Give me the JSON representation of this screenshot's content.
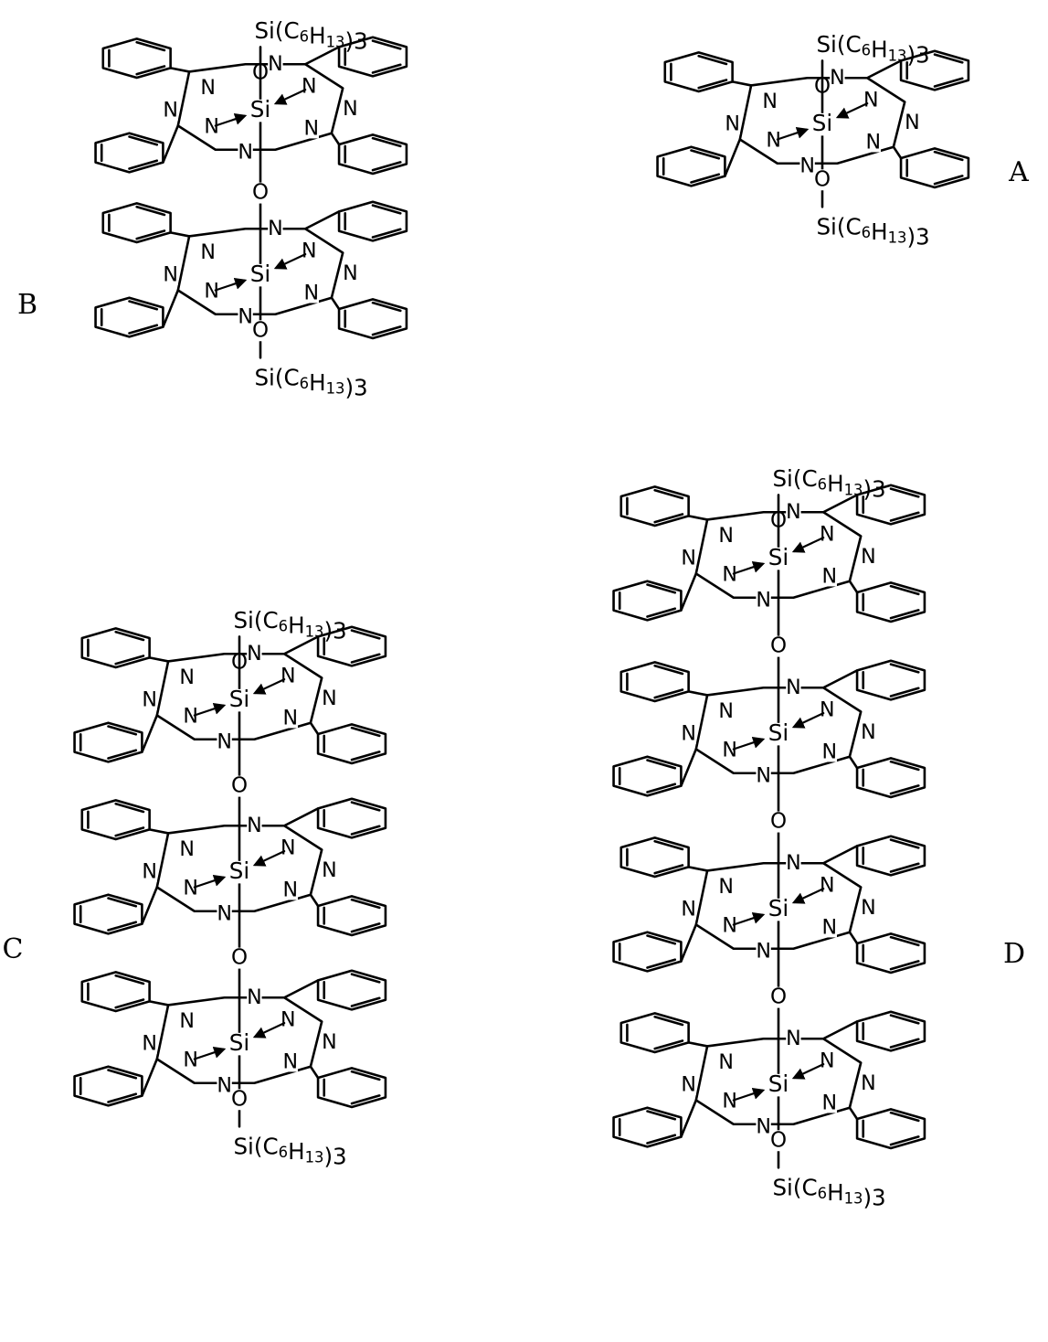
{
  "figure": {
    "structures": [
      {
        "id": "A",
        "label": "A",
        "layers": 1
      },
      {
        "id": "B",
        "label": "B",
        "layers": 2
      },
      {
        "id": "C",
        "label": "C",
        "layers": 3
      },
      {
        "id": "D",
        "label": "D",
        "layers": 4
      }
    ],
    "atoms": {
      "silicon": "Si",
      "nitrogen": "N",
      "oxygen": "O"
    },
    "axial_group": {
      "prefix": "Si(C",
      "sub1": "6",
      "mid": "H",
      "sub2": "13",
      "suffix": ")3"
    }
  }
}
